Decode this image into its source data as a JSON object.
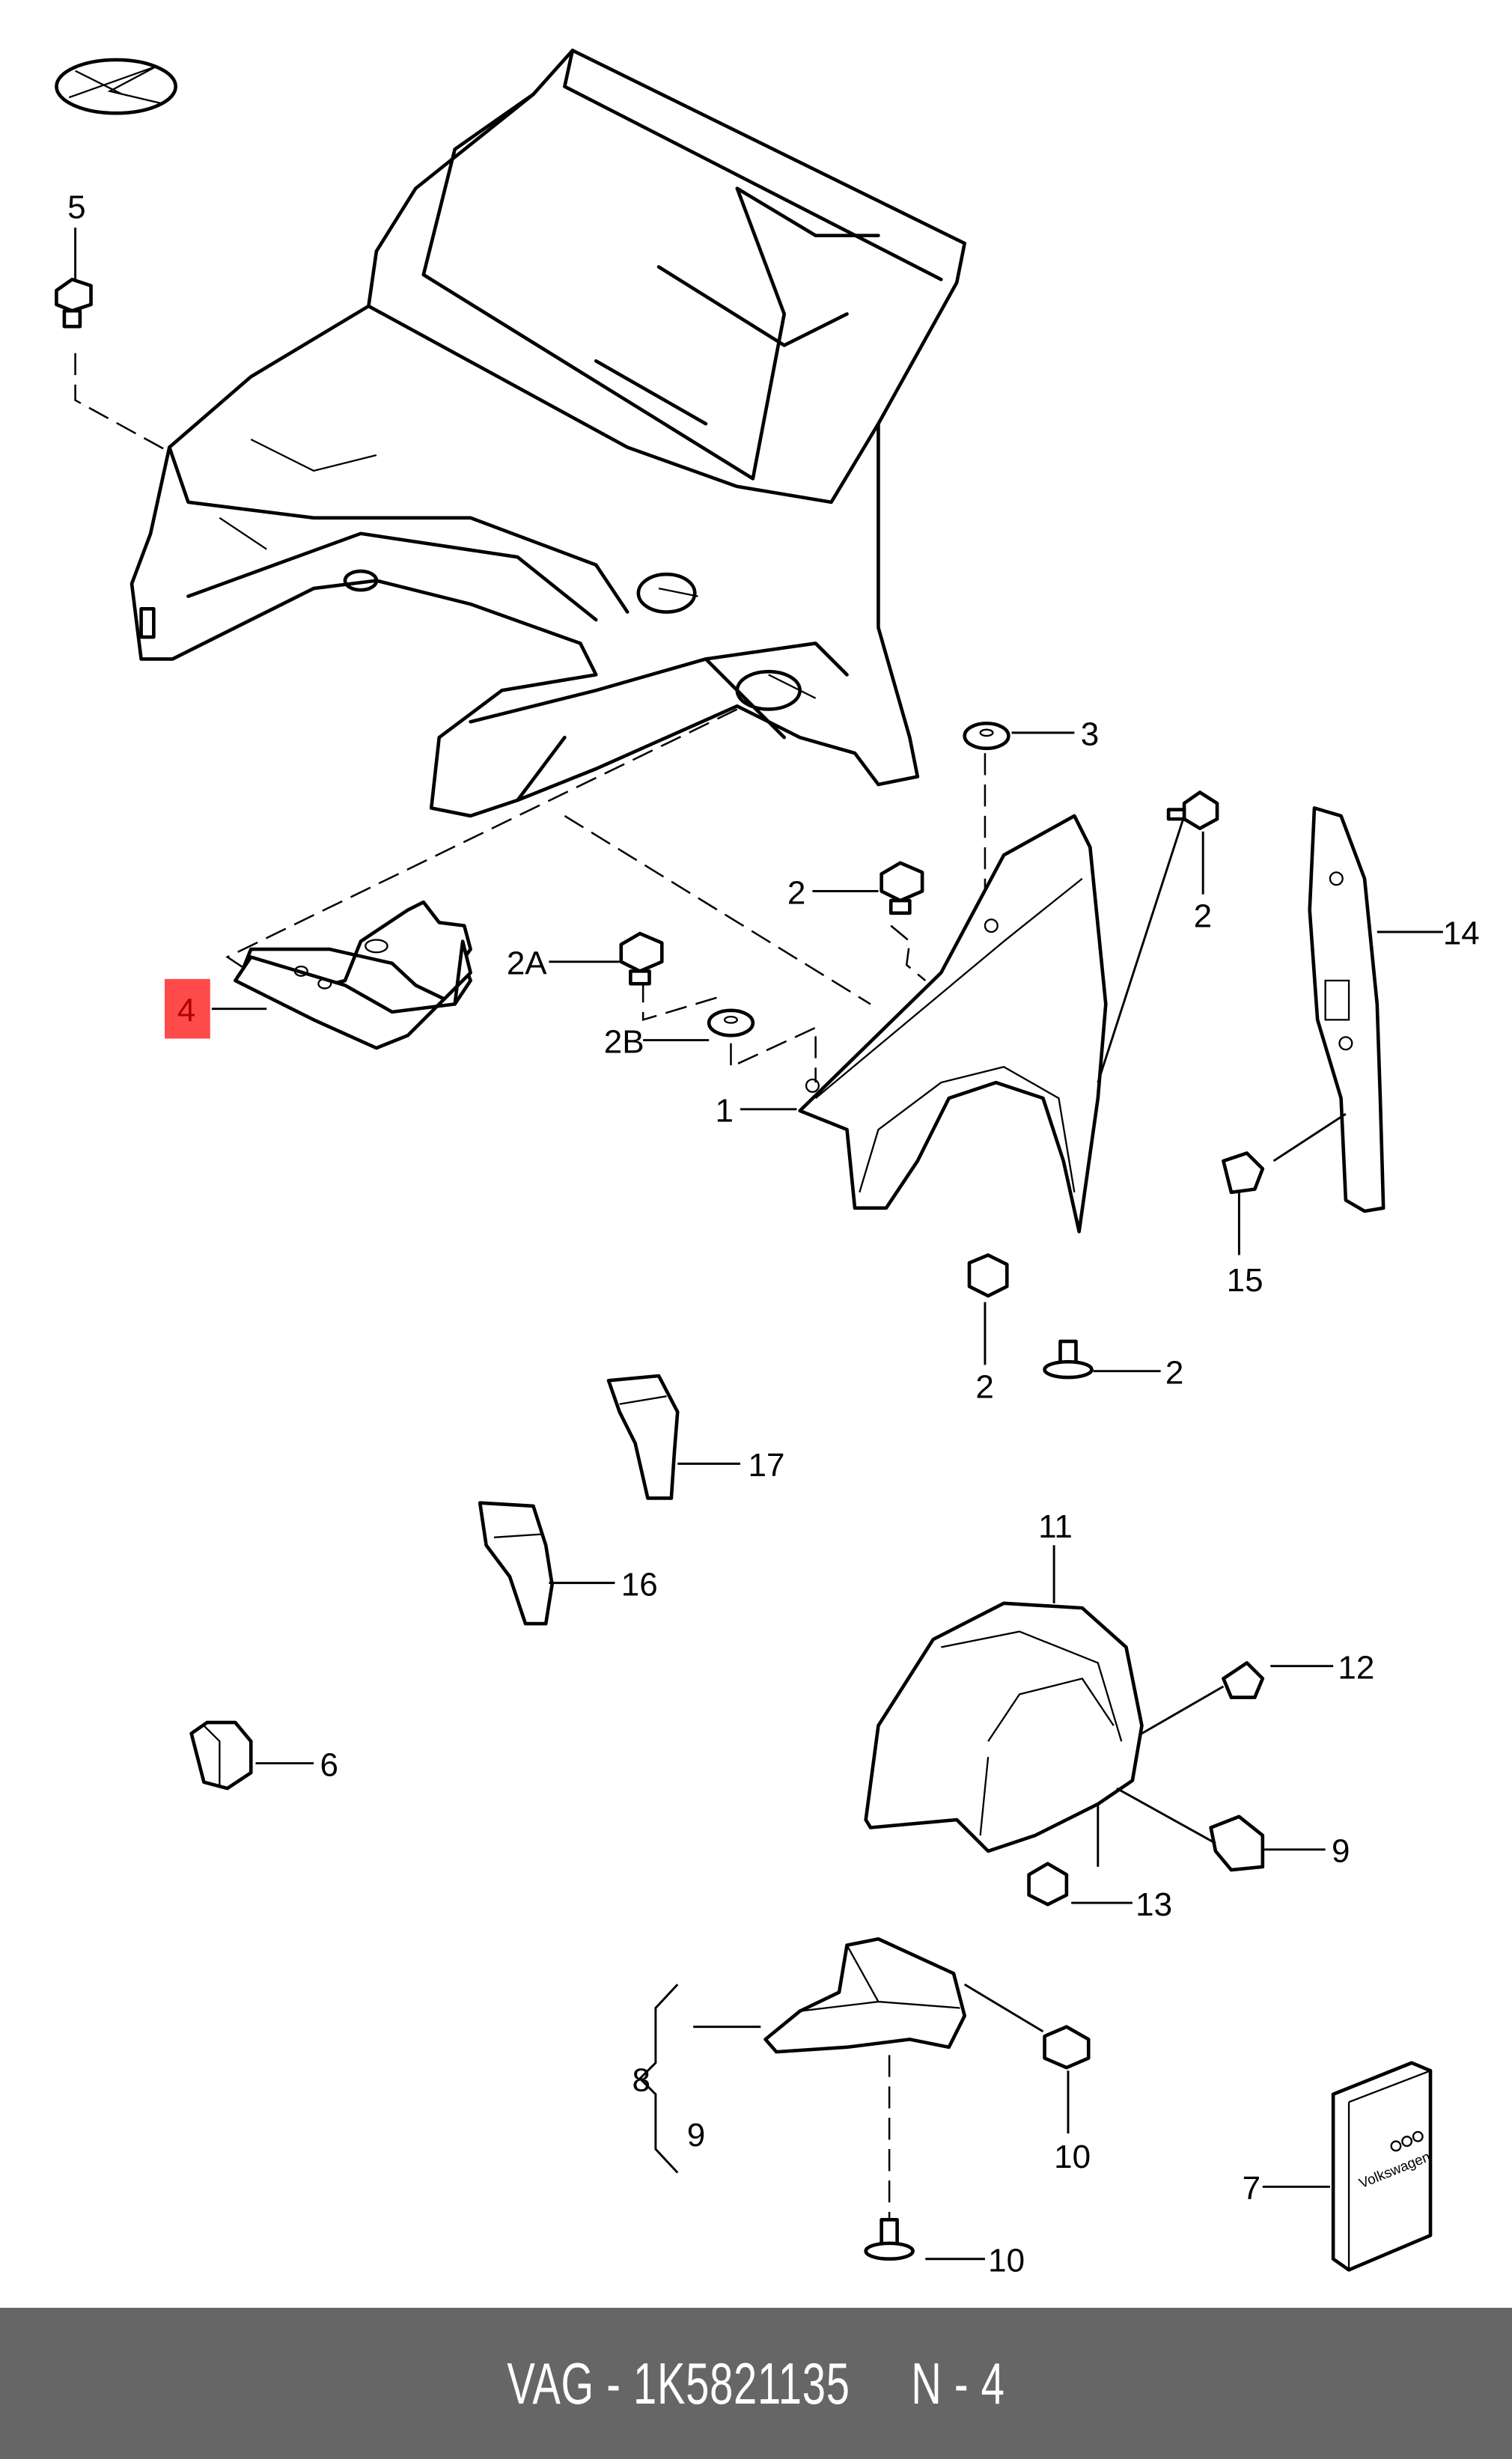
{
  "diagram": {
    "highlight_color": "#ff4a4a",
    "highlighted_callout": "4",
    "callouts": {
      "c1": "1",
      "c2a": "2",
      "c2b": "2",
      "c2c": "2",
      "c2d": "2",
      "c2A": "2A",
      "c2B": "2B",
      "c3": "3",
      "c4": "4",
      "c5": "5",
      "c6": "6",
      "c7": "7",
      "c8": "8",
      "c9a": "9",
      "c9b": "9",
      "c10a": "10",
      "c10b": "10",
      "c11": "11",
      "c12": "12",
      "c13": "13",
      "c14": "14",
      "c15": "15",
      "c16": "16",
      "c17": "17"
    },
    "package_brand": "Volkswagen"
  },
  "footer": {
    "text": "VAG - 1K5821135     N - 4",
    "background": "#666666"
  }
}
